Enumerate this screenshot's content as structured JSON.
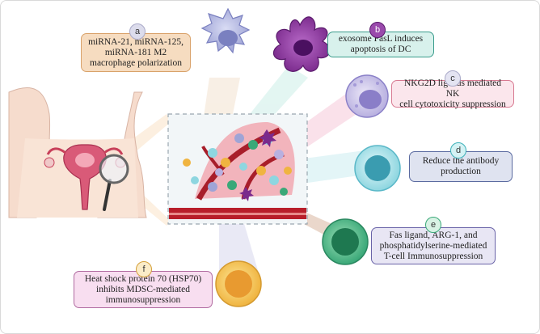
{
  "labels": {
    "a": {
      "letter": "a",
      "text": "miRNA-21, miRNA-125,\nmiRNA-181 M2\nmacrophage polarization"
    },
    "b": {
      "letter": "b",
      "text": "exosome FasL induces\napoptosis of DC"
    },
    "c": {
      "letter": "c",
      "text": "NKG2D ligands mediated NK\ncell cytotoxicity suppression"
    },
    "d": {
      "letter": "d",
      "text": "Reduce the antibody\nproduction"
    },
    "e": {
      "letter": "e",
      "text": "Fas ligand, ARG-1, and\nphosphatidylserine-mediated\nT-cell Immunosuppression"
    },
    "f": {
      "letter": "f",
      "text": "Heat shock protein 70 (HSP70)\ninhibits MDSC-mediated\nimmunosuppression"
    }
  },
  "colors": {
    "a": "#f6dcc0",
    "a_border": "#d9a26a",
    "a_badge": "#a9a9c8",
    "b": "#d8f1ec",
    "b_border": "#3a9c8c",
    "b_badge": "#8a3a9c",
    "c": "#fbe6ec",
    "c_border": "#d87a92",
    "c_badge": "#a9a9c8",
    "d": "#dfe3f0",
    "d_border": "#5a6aa0",
    "d_badge": "#3ab0b8",
    "e": "#e8e6f4",
    "e_border": "#6a64a8",
    "e_badge": "#3aa878",
    "f": "#f8def0",
    "f_border": "#b06aa0",
    "f_badge": "#d4a03a"
  },
  "icons": [
    "uterus-illustration",
    "magnifier-icon",
    "tumor-microenvironment",
    "macrophage-cell",
    "dendritic-cell",
    "nk-cell",
    "b-cell",
    "t-cell",
    "mdsc-cell"
  ]
}
